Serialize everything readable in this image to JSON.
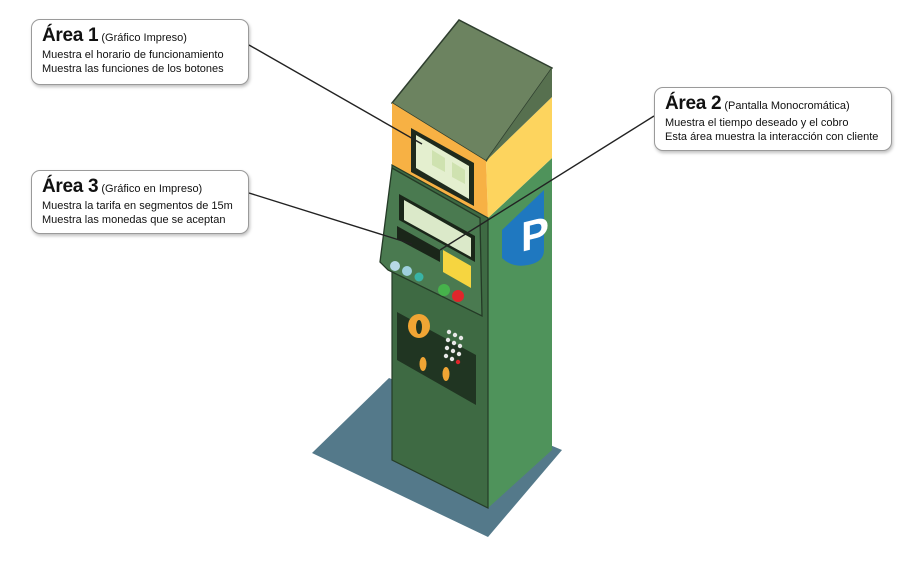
{
  "callouts": [
    {
      "title": "Área 1",
      "subtitle": "(Gráfico Impreso)",
      "lines": [
        "Muestra el horario de funcionamiento",
        "Muestra las funciones de los botones"
      ]
    },
    {
      "title": "Área 2",
      "subtitle": "(Pantalla Monocromática)",
      "lines": [
        "Muestra el tiempo deseado y el cobro",
        "Esta área muestra la interacción con cliente"
      ]
    },
    {
      "title": "Área 3",
      "subtitle": "(Gráfico en Impreso)",
      "lines": [
        "Muestra la tarifa en segmentos de 15m",
        "Muestra las monedas que se aceptan"
      ]
    }
  ],
  "machine": {
    "parking_sign": "P",
    "colors": {
      "body_dark": "#3e6a43",
      "body_side": "#4f935b",
      "roof": "#6c8360",
      "header_yellow": "#f7b144",
      "header_side": "#fdd45e",
      "shadow": "#54798a",
      "sign_blue": "#1f78c0"
    }
  }
}
